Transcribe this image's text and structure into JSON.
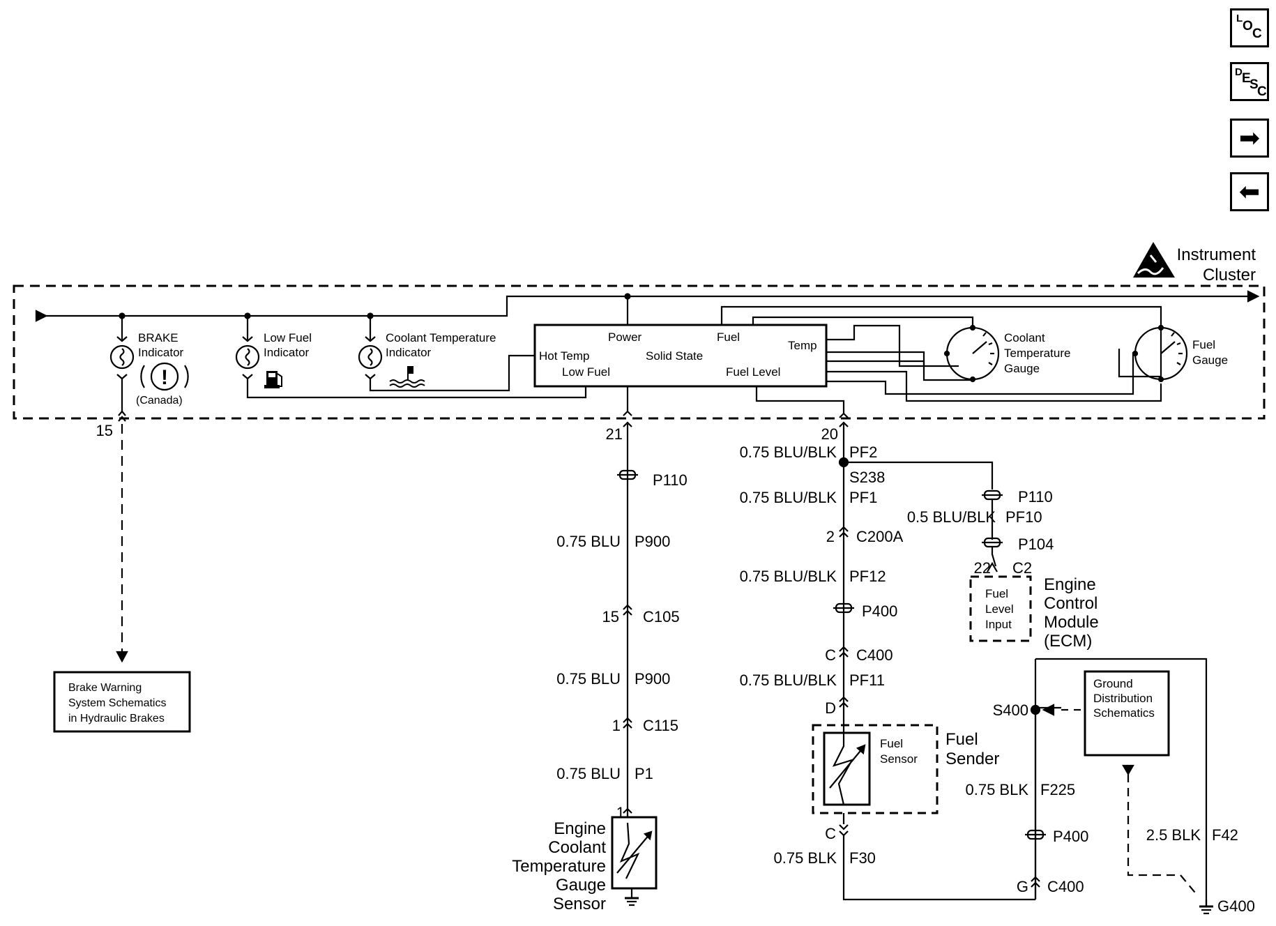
{
  "nav": {
    "loc": {
      "a": "L",
      "b": "O",
      "c": "C"
    },
    "desc": {
      "a": "D",
      "b": "E",
      "c": "S",
      "d": "C"
    },
    "next_icon": "right-arrow-icon",
    "prev_icon": "left-arrow-icon"
  },
  "cluster": {
    "title_line1": "Instrument",
    "title_line2": "Cluster",
    "esd_icon": "esd-warning-icon",
    "brake_title": "BRAKE",
    "brake_title2": "Indicator",
    "brake_region": "(Canada)",
    "lowfuel_line1": "Low Fuel",
    "lowfuel_line2": "Indicator",
    "coolant_ind_line1": "Coolant Temperature",
    "coolant_ind_line2": "Indicator",
    "solid_state": {
      "power": "Power",
      "fuel": "Fuel",
      "temp": "Temp",
      "hot_temp": "Hot Temp",
      "solid_state": "Solid State",
      "low_fuel": "Low Fuel",
      "fuel_level": "Fuel Level"
    },
    "coolant_gauge_line1": "Coolant",
    "coolant_gauge_line2": "Temperature",
    "coolant_gauge_line3": "Gauge",
    "fuel_gauge_line1": "Fuel",
    "fuel_gauge_line2": "Gauge"
  },
  "pins": {
    "p15": "15",
    "p21": "21",
    "p20": "20"
  },
  "brake_box": {
    "line1": "Brake Warning",
    "line2": "System Schematics",
    "line3": "in Hydraulic Brakes"
  },
  "coolant_circuit": {
    "p110": "P110",
    "w1_size": "0.75 BLU",
    "w1_id": "P900",
    "c105_pin": "15",
    "c105": "C105",
    "w2_size": "0.75 BLU",
    "w2_id": "P900",
    "c115_pin": "1",
    "c115": "C115",
    "w3_size": "0.75 BLU",
    "w3_id": "P1",
    "sensor_pin": "1",
    "sensor_line1": "Engine",
    "sensor_line2": "Coolant",
    "sensor_line3": "Temperature",
    "sensor_line4": "Gauge",
    "sensor_line5": "Sensor"
  },
  "fuel_circuit": {
    "w1_size": "0.75 BLU/BLK",
    "w1_id": "PF2",
    "s238": "S238",
    "w2_size": "0.75 BLU/BLK",
    "w2_id": "PF1",
    "c200a_pin": "2",
    "c200a": "C200A",
    "w3_size": "0.75 BLU/BLK",
    "w3_id": "PF12",
    "p400": "P400",
    "c400_pin": "C",
    "c400": "C400",
    "w4_size": "0.75 BLU/BLK",
    "w4_id": "PF11",
    "d_pin": "D",
    "sender_inner1": "Fuel",
    "sender_inner2": "Sensor",
    "sender_line1": "Fuel",
    "sender_line2": "Sender",
    "c_pin": "C",
    "w5_size": "0.75 BLK",
    "w5_id": "F30"
  },
  "ecm_branch": {
    "p110": "P110",
    "w_size": "0.5 BLU/BLK",
    "w_id": "PF10",
    "p104": "P104",
    "pin": "22",
    "conn": "C2",
    "inner1": "Fuel",
    "inner2": "Level",
    "inner3": "Input",
    "ecm_line1": "Engine",
    "ecm_line2": "Control",
    "ecm_line3": "Module",
    "ecm_line4": "(ECM)"
  },
  "ground": {
    "s400": "S400",
    "gd_line1": "Ground",
    "gd_line2": "Distribution",
    "gd_line3": "Schematics",
    "w1_size": "0.75 BLK",
    "w1_id": "F225",
    "p400": "P400",
    "c400_pin": "G",
    "c400": "C400",
    "w2_size": "2.5 BLK",
    "w2_id": "F42",
    "g400": "G400"
  }
}
